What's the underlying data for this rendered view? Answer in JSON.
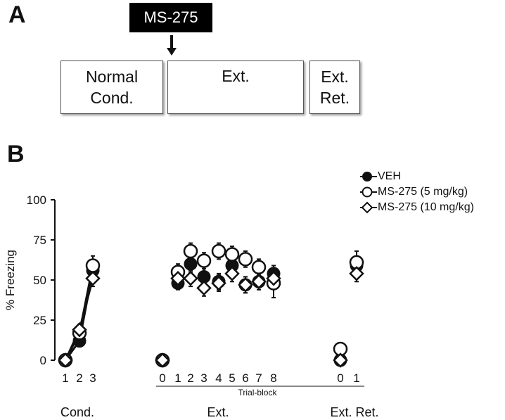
{
  "panels": {
    "a_label": "A",
    "b_label": "B"
  },
  "protocol": {
    "drug": "MS-275",
    "boxes": [
      {
        "line1": "Normal",
        "line2": "Cond."
      },
      {
        "line1": "Ext.",
        "line2": ""
      },
      {
        "line1": "Ext.",
        "line2": "Ret."
      }
    ]
  },
  "legend": {
    "items": [
      {
        "label": "VEH",
        "marker": "filled-circle"
      },
      {
        "label": "MS-275 (5 mg/kg)",
        "marker": "open-circle"
      },
      {
        "label": "MS-275 (10 mg/kg)",
        "marker": "open-diamond"
      }
    ]
  },
  "chart_data": {
    "type": "scatter",
    "ylabel": "% Freezing",
    "ylim": [
      0,
      100
    ],
    "yticks": [
      0,
      25,
      50,
      75,
      100
    ],
    "trial_block_label": "Trial-block",
    "groups": [
      {
        "name": "Cond.",
        "ticks": [
          "1",
          "2",
          "3"
        ],
        "connected": true
      },
      {
        "name": "Ext.",
        "ticks": [
          "0",
          "1",
          "2",
          "3",
          "4",
          "5",
          "6",
          "7",
          "8"
        ],
        "connected": false
      },
      {
        "name": "Ext. Ret.",
        "ticks": [
          "0",
          "1"
        ],
        "connected": false
      }
    ],
    "series": [
      {
        "name": "VEH",
        "marker": "filled-circle",
        "cond": [
          0,
          12,
          56
        ],
        "cond_err": [
          0,
          3,
          5
        ],
        "ext": [
          0,
          48,
          60,
          52,
          49,
          59,
          47,
          49,
          54
        ],
        "ext_err": [
          0,
          4,
          5,
          5,
          5,
          5,
          5,
          5,
          5
        ],
        "ret": [
          0,
          59
        ],
        "ret_err": [
          0,
          5
        ]
      },
      {
        "name": "MS-275 (5 mg/kg)",
        "marker": "open-circle",
        "cond": [
          0,
          17,
          59
        ],
        "cond_err": [
          0,
          3,
          6
        ],
        "ext": [
          0,
          55,
          68,
          62,
          68,
          66,
          63,
          58,
          48
        ],
        "ext_err": [
          0,
          5,
          5,
          5,
          5,
          5,
          5,
          5,
          9
        ],
        "ret": [
          7,
          61
        ],
        "ret_err": [
          0,
          7
        ]
      },
      {
        "name": "MS-275 (10 mg/kg)",
        "marker": "open-diamond",
        "cond": [
          0,
          19,
          51
        ],
        "cond_err": [
          0,
          3,
          5
        ],
        "ext": [
          0,
          51,
          51,
          45,
          48,
          54,
          47,
          49,
          51
        ],
        "ext_err": [
          0,
          5,
          5,
          5,
          5,
          5,
          5,
          5,
          5
        ],
        "ret": [
          0,
          54
        ],
        "ret_err": [
          0,
          5
        ]
      }
    ]
  }
}
